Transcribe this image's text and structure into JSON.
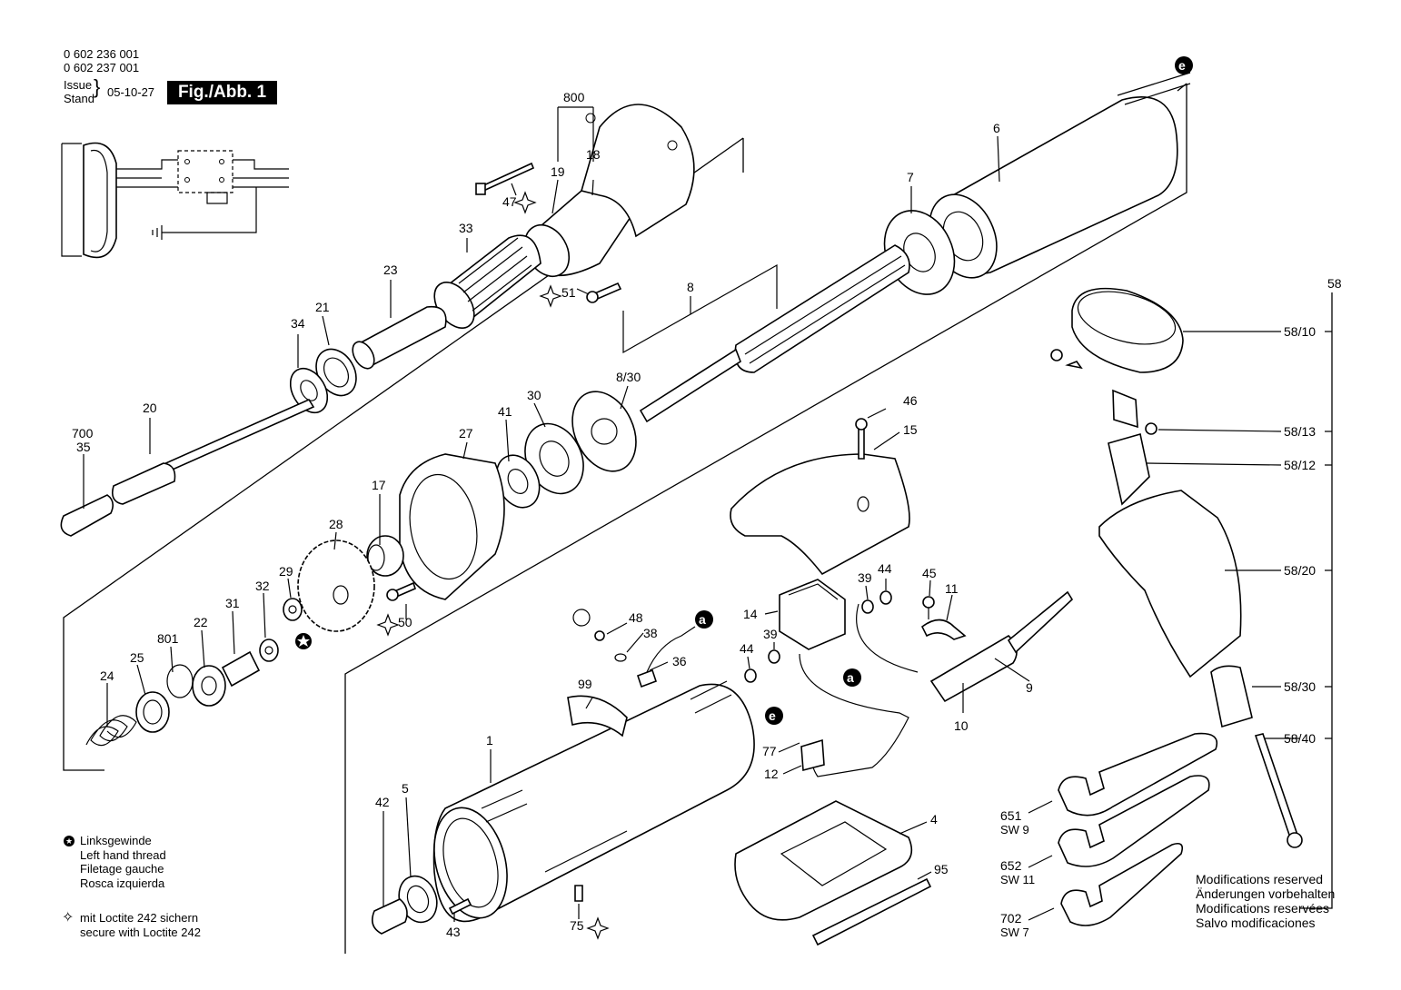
{
  "header": {
    "part_numbers": [
      "0 602 236 001",
      "0 602 237 001"
    ],
    "issue_label": "Issue",
    "stand_label": "Stand",
    "date": "05-10-27",
    "figure": "Fig./Abb. 1"
  },
  "callouts": {
    "c800": "800",
    "c19": "19",
    "c18": "18",
    "c47": "47",
    "c51": "51",
    "c33": "33",
    "c23": "23",
    "c21": "21",
    "c34": "34",
    "c20": "20",
    "c700": "700",
    "c35": "35",
    "c6": "6",
    "c7": "7",
    "c8": "8",
    "c8_30": "8/30",
    "c30": "30",
    "c41": "41",
    "c27": "27",
    "c17": "17",
    "c28": "28",
    "c29": "29",
    "c32": "32",
    "c31": "31",
    "c22": "22",
    "c801": "801",
    "c25": "25",
    "c24": "24",
    "c50": "50",
    "c46": "46",
    "c15": "15",
    "c48": "48",
    "c38": "38",
    "c36": "36",
    "c99": "99",
    "c14": "14",
    "c39a": "39",
    "c44a": "44",
    "c45": "45",
    "c11": "11",
    "c44b": "44",
    "c39b": "39",
    "c9": "9",
    "c10": "10",
    "c77": "77",
    "c12": "12",
    "c1": "1",
    "c42": "42",
    "c5": "5",
    "c43": "43",
    "c75": "75",
    "c4": "4",
    "c95": "95",
    "c58": "58",
    "c58_10": "58/10",
    "c58_13": "58/13",
    "c58_12": "58/12",
    "c58_20": "58/20",
    "c58_30": "58/30",
    "c58_40": "58/40",
    "c651": "651",
    "c652": "652",
    "c702": "702",
    "sw9": "SW 9",
    "sw11": "SW 11",
    "sw7": "SW 7",
    "marker_e": "e",
    "marker_a": "a"
  },
  "legend": {
    "left_hand_thread": [
      "Linksgewinde",
      "Left hand thread",
      "Filetage gauche",
      "Rosca izquierda"
    ],
    "loctite": [
      "mit Loctite 242 sichern",
      "secure with Loctite 242"
    ]
  },
  "modifications": [
    "Modifications reserved",
    "Änderungen vorbehalten",
    "Modifications reservées",
    "Salvo modificaciones"
  ]
}
